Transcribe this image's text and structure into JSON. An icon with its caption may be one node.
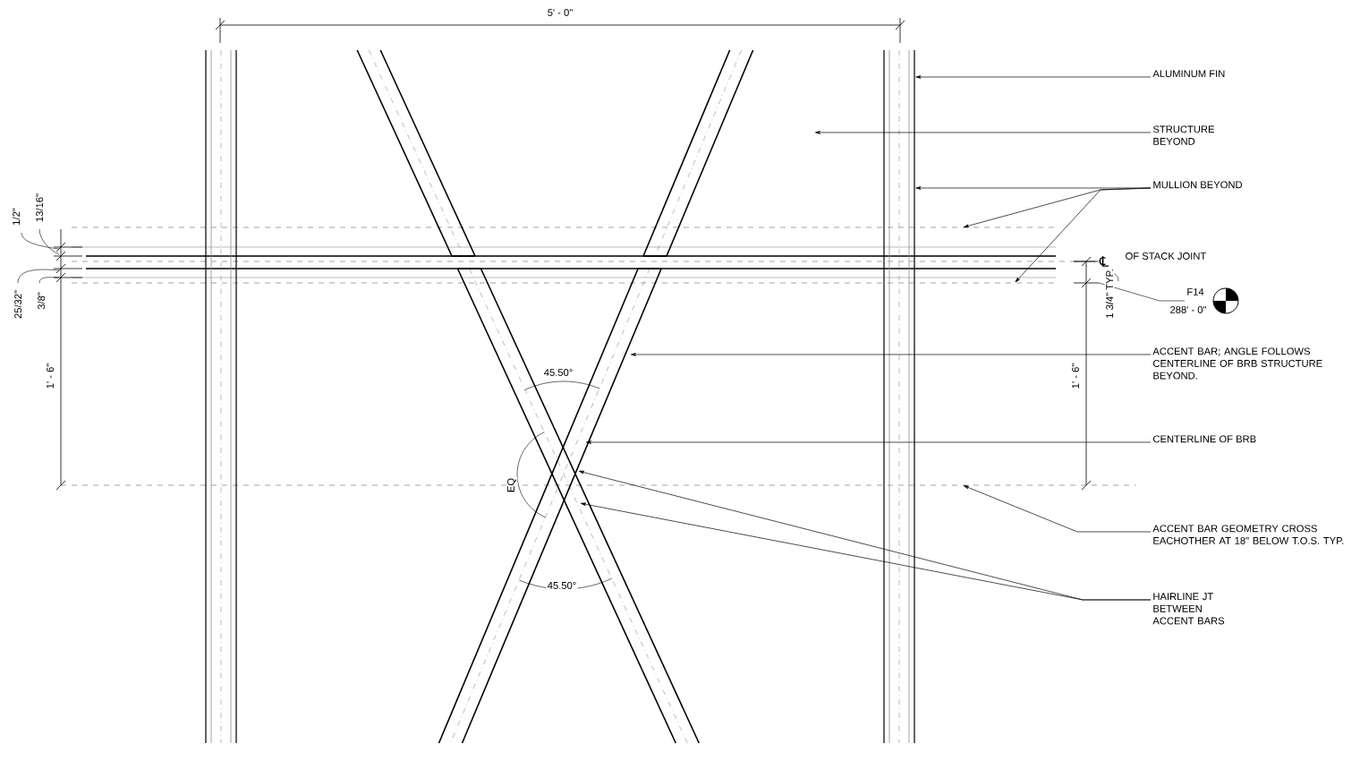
{
  "diagram": {
    "nodes": [
      {
        "text": [
          "ALUMINUM FIN"
        ]
      },
      {
        "text": [
          "STRUCTURE BEYOND"
        ]
      },
      {
        "text": [
          "MULLION BEYOND"
        ]
      },
      {
        "text": [
          "ACCENT BAR; ANGLE FOLLOWS CENTERLINE OF BRB STRUCTURE BEYOND."
        ]
      },
      {
        "text": [
          "CENTERLINE OF BRB"
        ]
      },
      {
        "text": [
          "ACCENT BAR GEOMETRY CROSS EACHOTHER AT  18\" BELOW T.O.S. TYP."
        ]
      },
      {
        "text": [
          "HAIRLINE JT BETWEEN ACCENT BARS"
        ]
      },
      {
        "text": [],
        "shape": "bar"
      }
    ],
    "edges": [
      {
        "from": 0,
        "to": 7,
        "arrow": "to"
      },
      {
        "from": 1,
        "to": null,
        "arrow": "to"
      },
      {
        "from": 2,
        "to": 7,
        "arrow": "to"
      },
      {
        "from": 2,
        "to": null,
        "arrow": "to"
      },
      {
        "from": 2,
        "to": null,
        "arrow": "to"
      },
      {
        "from": 3,
        "to": null,
        "arrow": "to"
      },
      {
        "from": 4,
        "to": null,
        "arrow": "to"
      },
      {
        "from": 5,
        "to": null,
        "arrow": "to"
      },
      {
        "from": 6,
        "to": null,
        "arrow": "to"
      },
      {
        "from": 6,
        "to": null,
        "arrow": "to"
      }
    ],
    "labels": [
      "5' - 0\"",
      "1/2\"",
      "13/16\"",
      "25/32\"",
      "3/8\"",
      "℄",
      "OF STACK JOINT",
      "F14",
      "288' - 0\"",
      "1 3/4\" TYP.",
      "1' - 6\"",
      "1' - 6\"",
      "45.50°",
      "EQ",
      "45.50°"
    ]
  }
}
